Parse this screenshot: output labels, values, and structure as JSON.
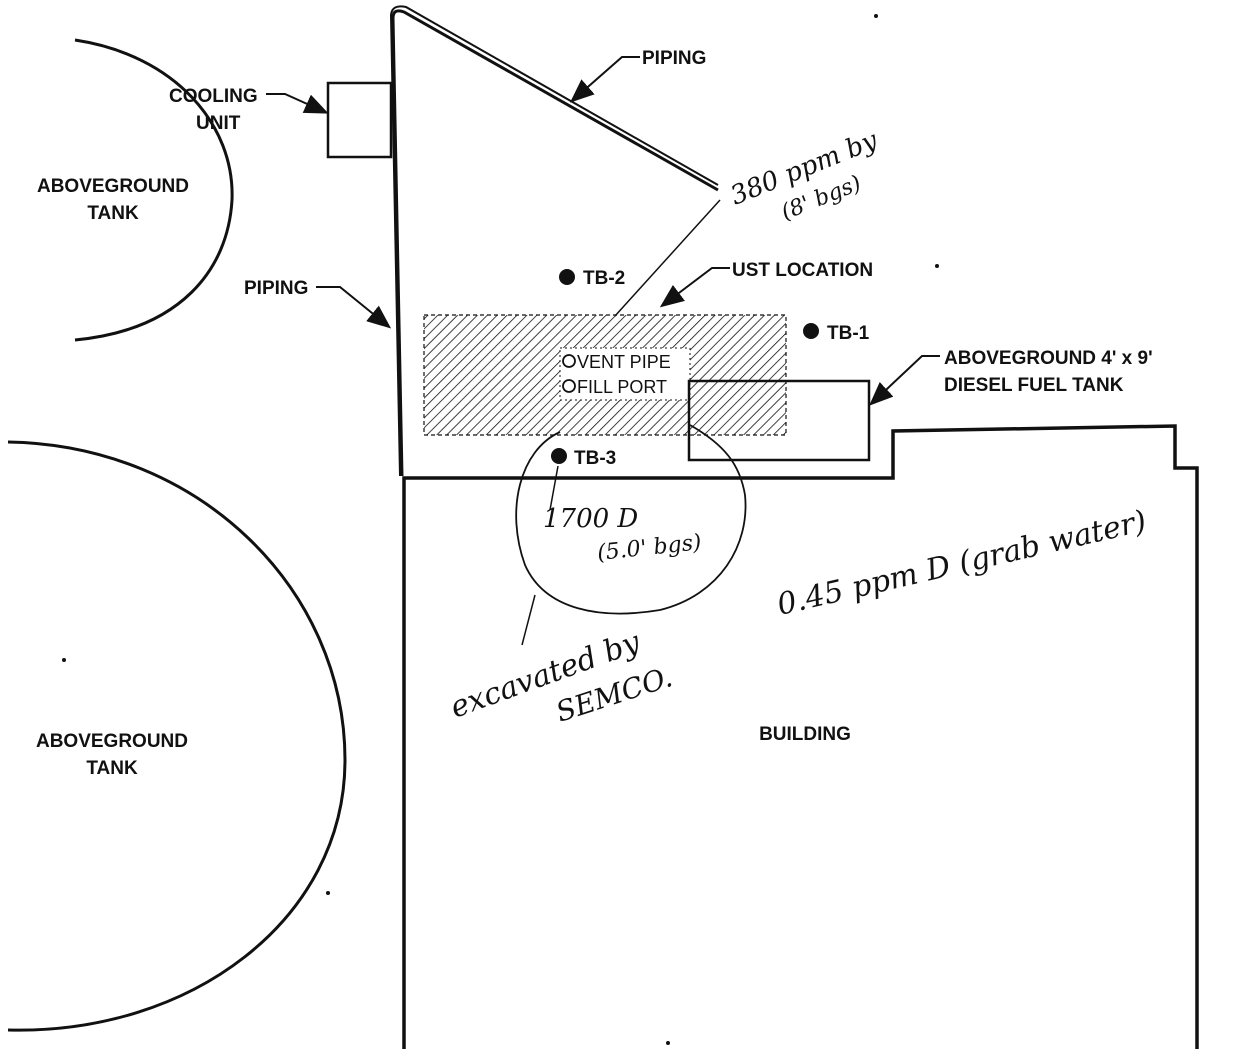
{
  "labels": {
    "aboveground_tank_top_1": "ABOVEGROUND",
    "aboveground_tank_top_2": "TANK",
    "aboveground_tank_bottom_1": "ABOVEGROUND",
    "aboveground_tank_bottom_2": "TANK",
    "cooling_unit_1": "COOLING",
    "cooling_unit_2": "UNIT",
    "piping_top": "PIPING",
    "piping_left": "PIPING",
    "ust_location": "UST LOCATION",
    "tb1": "TB-1",
    "tb2": "TB-2",
    "tb3": "TB-3",
    "vent_pipe": "VENT PIPE",
    "fill_port": "FILL PORT",
    "diesel_tank_1": "ABOVEGROUND 4' x 9'",
    "diesel_tank_2": "DIESEL FUEL TANK",
    "building": "BUILDING"
  },
  "annotations": {
    "tb2_result_1": "380 ppm by",
    "tb2_result_2": "(8' bgs)",
    "tb3_result_1": "1700 D",
    "tb3_result_2": "(5.0' bgs)",
    "water_result": "0.45 ppm D (grab water)",
    "excavated_1": "excavated by",
    "excavated_2": "SEMCO."
  }
}
